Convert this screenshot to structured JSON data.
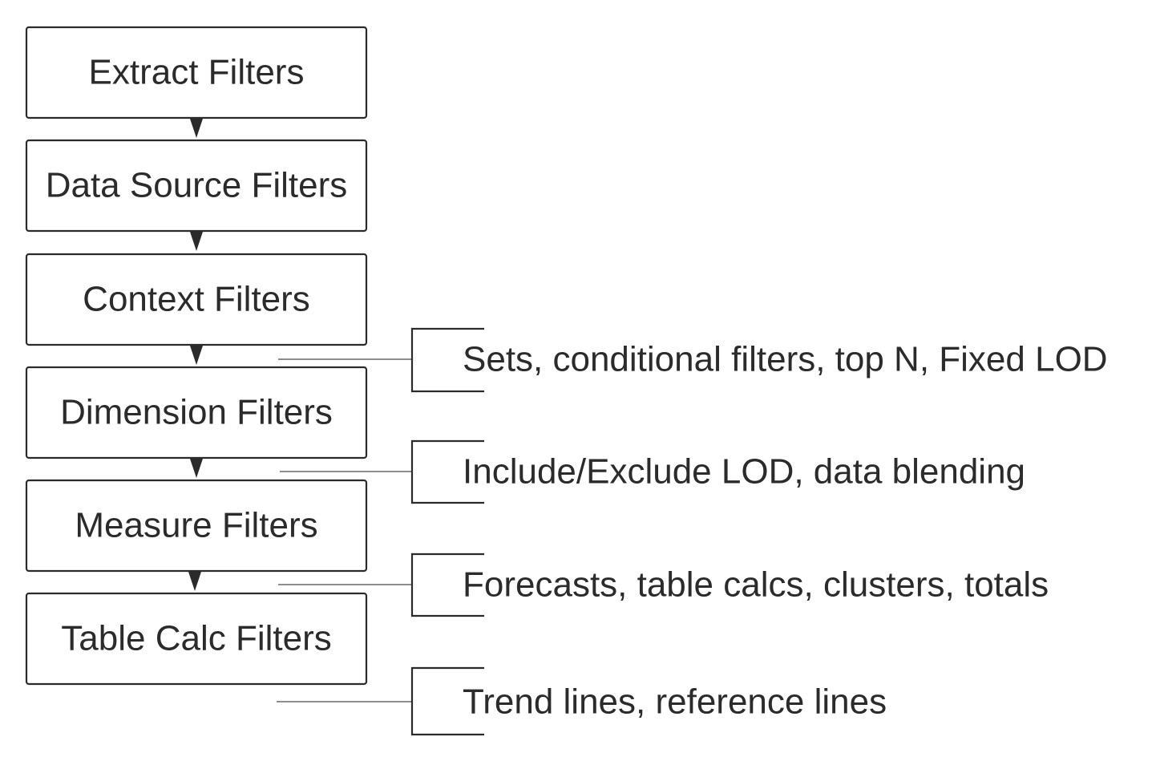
{
  "flow": {
    "steps": [
      {
        "id": "extract",
        "label": "Extract Filters"
      },
      {
        "id": "data-source",
        "label": "Data Source Filters"
      },
      {
        "id": "context",
        "label": "Context Filters"
      },
      {
        "id": "dimension",
        "label": "Dimension Filters"
      },
      {
        "id": "measure",
        "label": "Measure Filters"
      },
      {
        "id": "table-calc",
        "label": "Table Calc Filters"
      }
    ],
    "annotations": [
      {
        "id": "sets",
        "label": "Sets, conditional filters, top N, Fixed LOD"
      },
      {
        "id": "include-exclude",
        "label": "Include/Exclude LOD, data blending"
      },
      {
        "id": "forecasts",
        "label": "Forecasts, table calcs, clusters, totals"
      },
      {
        "id": "trend",
        "label": "Trend lines, reference lines"
      }
    ]
  },
  "colors": {
    "stroke": "#2b2b2b",
    "background": "#ffffff"
  }
}
